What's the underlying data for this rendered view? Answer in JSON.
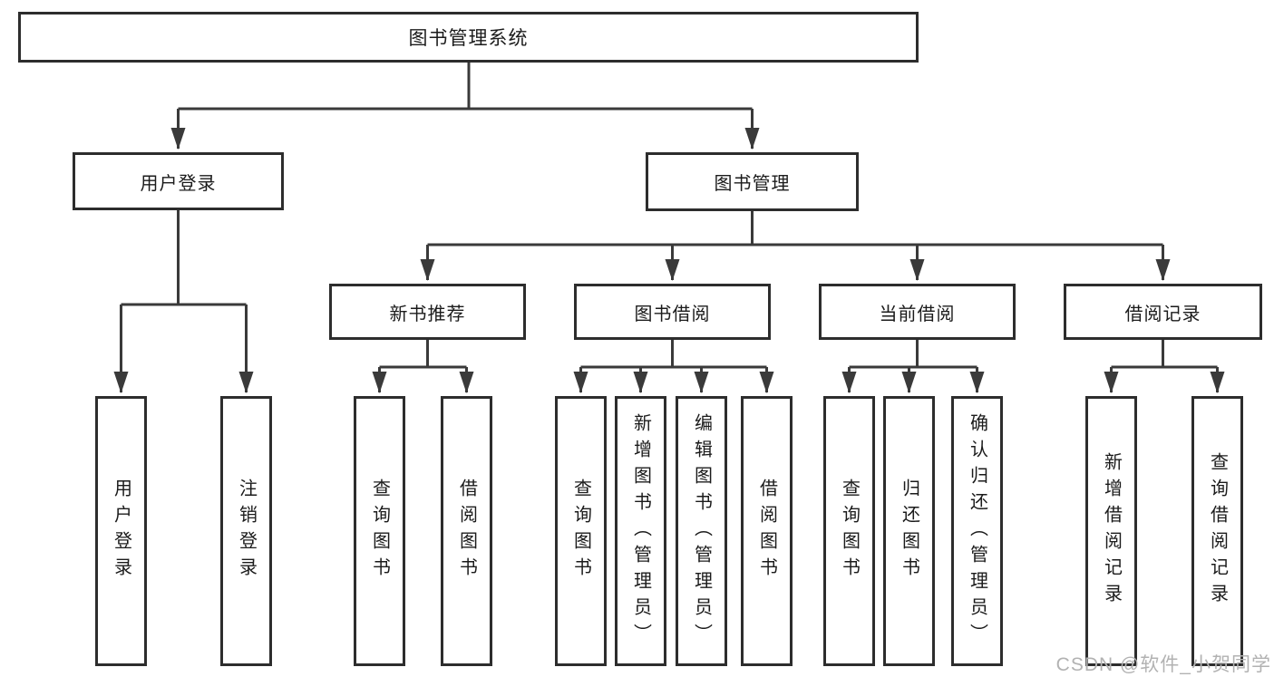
{
  "diagram": {
    "title_node": {
      "label": "图书管理系统"
    },
    "level2": [
      {
        "id": "user-login",
        "label": "用户登录"
      },
      {
        "id": "book-management",
        "label": "图书管理"
      }
    ],
    "level3": [
      {
        "id": "new-book-recommend",
        "label": "新书推荐"
      },
      {
        "id": "book-borrow",
        "label": "图书借阅"
      },
      {
        "id": "current-borrow",
        "label": "当前借阅"
      },
      {
        "id": "borrow-records",
        "label": "借阅记录"
      }
    ],
    "leaves": [
      {
        "parent": "user-login",
        "id": "user-login-action",
        "label": "用户登录"
      },
      {
        "parent": "user-login",
        "id": "logout-action",
        "label": "注销登录"
      },
      {
        "parent": "new-book-recommend",
        "id": "query-books-recommend",
        "label": "查询图书"
      },
      {
        "parent": "new-book-recommend",
        "id": "borrow-books-recommend",
        "label": "借阅图书"
      },
      {
        "parent": "book-borrow",
        "id": "query-books-borrow",
        "label": "查询图书"
      },
      {
        "parent": "book-borrow",
        "id": "add-books-admin",
        "label": "新增图书（管理员）"
      },
      {
        "parent": "book-borrow",
        "id": "edit-books-admin",
        "label": "编辑图书（管理员）"
      },
      {
        "parent": "book-borrow",
        "id": "borrow-books-borrow",
        "label": "借阅图书"
      },
      {
        "parent": "current-borrow",
        "id": "query-books-current",
        "label": "查询图书"
      },
      {
        "parent": "current-borrow",
        "id": "return-books",
        "label": "归还图书"
      },
      {
        "parent": "current-borrow",
        "id": "confirm-return-admin",
        "label": "确认归还（管理员）"
      },
      {
        "parent": "borrow-records",
        "id": "add-borrow-record",
        "label": "新增借阅记录"
      },
      {
        "parent": "borrow-records",
        "id": "query-borrow-record",
        "label": "查询借阅记录"
      }
    ],
    "watermark": "CSDN @软件_小贺同学",
    "colors": {
      "line": "#3a3a3a",
      "box_border": "#2d2d2d",
      "text": "#1b1b1b",
      "watermark": "#b2b2b2",
      "background": "#ffffff"
    }
  }
}
